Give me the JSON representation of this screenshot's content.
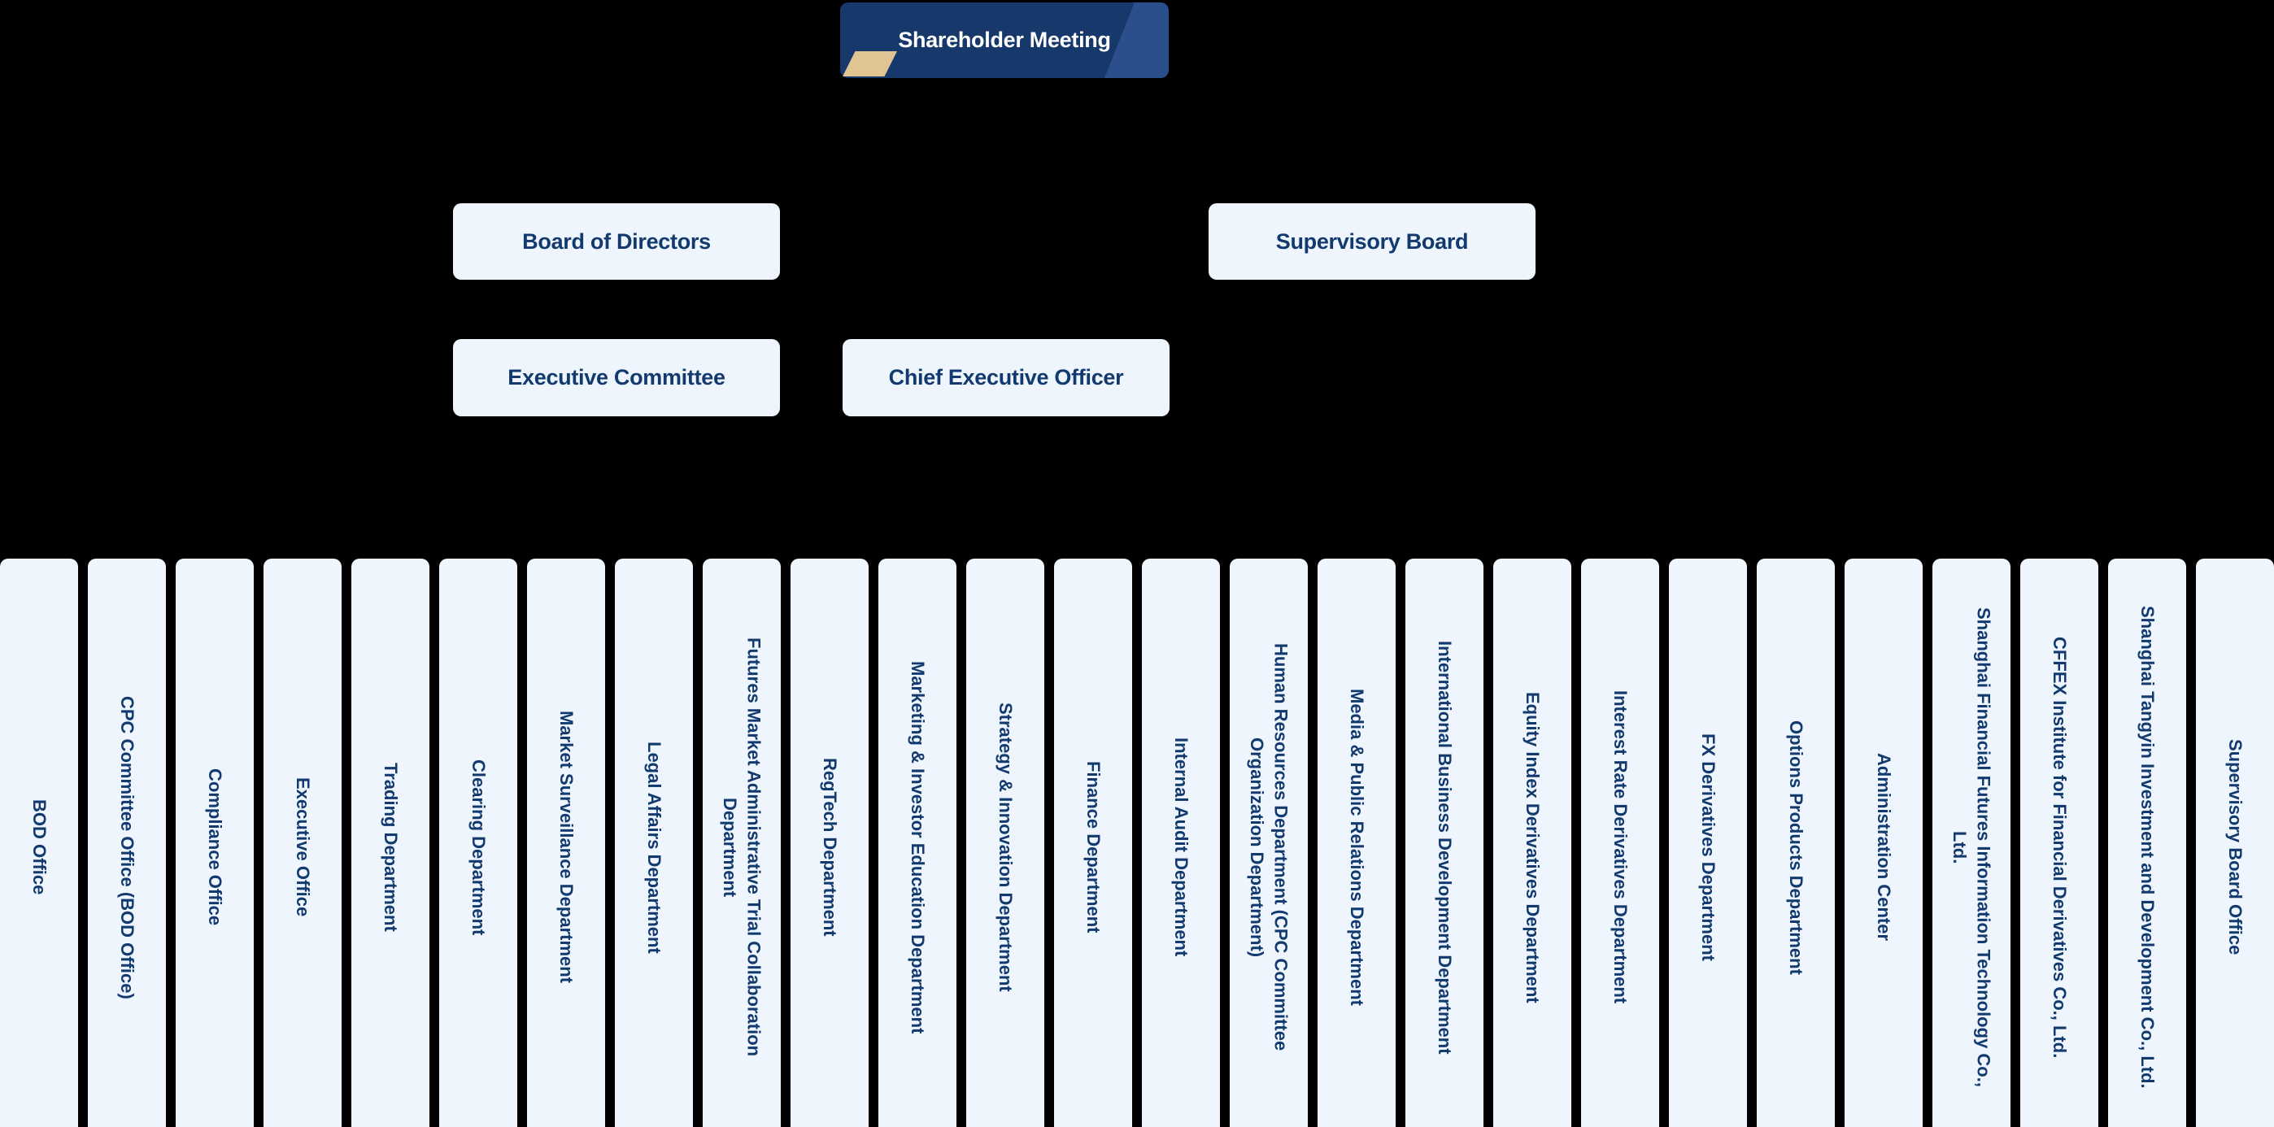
{
  "org_chart": {
    "nodes": {
      "shareholder_meeting": "Shareholder Meeting",
      "board_of_directors": "Board of Directors",
      "supervisory_board": "Supervisory Board",
      "executive_committee": "Executive Committee",
      "chief_executive_officer": "Chief Executive Officer"
    },
    "departments": [
      "BOD Office",
      "CPC Committee Office (BOD Office)",
      "Compliance Office",
      "Executive Office",
      "Trading Department",
      "Clearing Department",
      "Market Surveillance Department",
      "Legal Affairs Department",
      "Futures Market Administrative Trial Collaboration Department",
      "RegTech Department",
      "Marketing & Investor Education Department",
      "Strategy & Innovation Department",
      "Finance Department",
      "Internal Audit Department",
      "Human Resources Department (CPC Committee Organization Department)",
      "Media & Public Relations Department",
      "International Business Development Department",
      "Equity Index Derivatives Department",
      "Interest Rate Derivatives Department",
      "FX Derivatives Department",
      "Options Products Department",
      "Administration Center",
      "Shanghai Financial Futures Information Technology Co., Ltd.",
      "CFFEX Institute for Financial Derivatives Co., Ltd.",
      "Shanghai Tangyin Investment and Development Co., Ltd.",
      "Supervisory Board Office"
    ],
    "colors": {
      "background": "#000000",
      "node_dark": "#16386b",
      "node_dark_wedge": "#2b4f8c",
      "node_gold_accent": "#e0c493",
      "node_light": "#eef5fd",
      "text_navy": "#123a6e",
      "text_white": "#ffffff"
    }
  }
}
